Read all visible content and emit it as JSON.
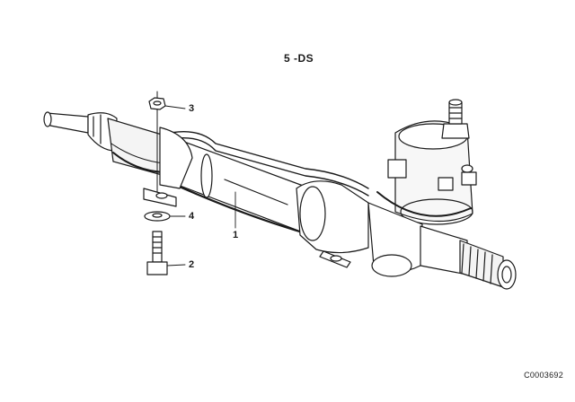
{
  "diagram": {
    "group_code": "5 -DS",
    "document_id": "C0003692",
    "callouts": [
      {
        "number": "1",
        "part": "steering-gear"
      },
      {
        "number": "2",
        "part": "hex-bolt"
      },
      {
        "number": "3",
        "part": "hex-nut"
      },
      {
        "number": "4",
        "part": "washer"
      }
    ]
  }
}
